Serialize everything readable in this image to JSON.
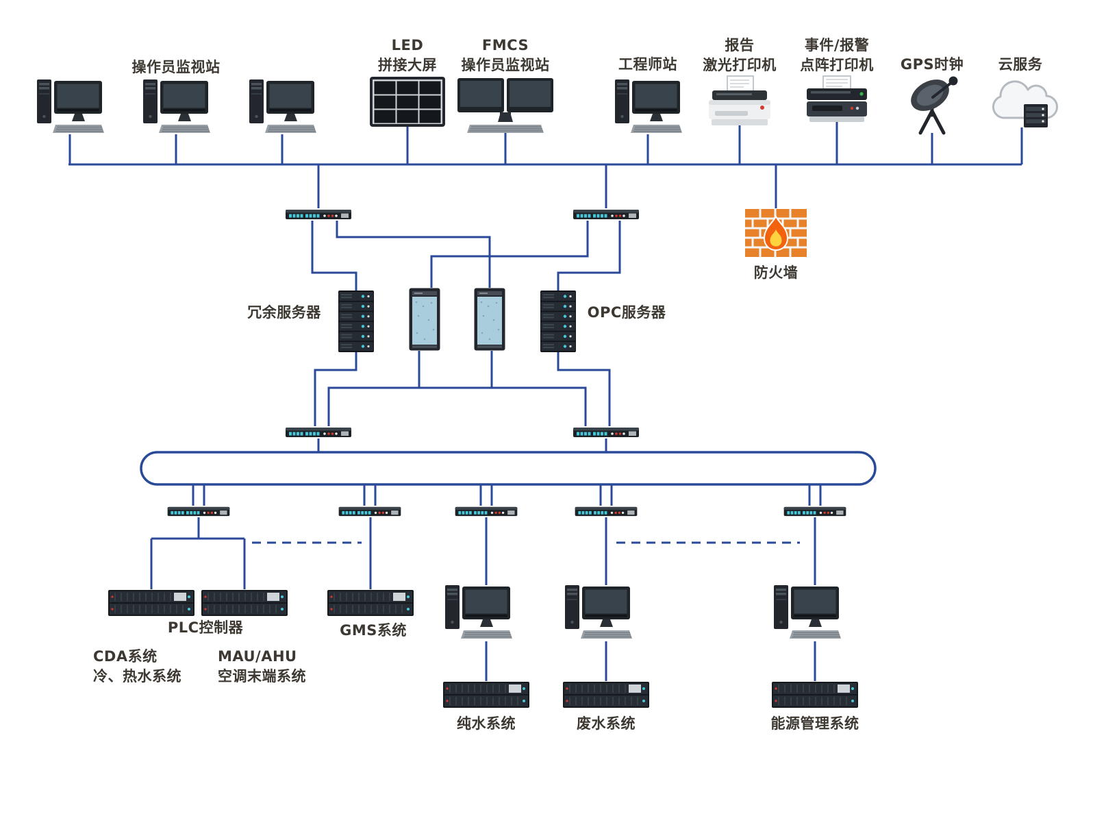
{
  "labels": {
    "operator_station": "操作员监视站",
    "led_wall": "LED\n拼接大屏",
    "fmcs_station": "FMCS\n操作员监视站",
    "engineer_station": "工程师站",
    "laser_printer": "报告\n激光打印机",
    "dotmatrix_printer": "事件/报警\n点阵打印机",
    "gps_clock": "GPS时钟",
    "cloud_service": "云服务",
    "firewall": "防火墙",
    "redundant_server": "冗余服务器",
    "opc_server": "OPC服务器",
    "plc_controller": "PLC控制器",
    "gms_system": "GMS系统",
    "cda_system": "CDA系统\n冷、热水系统",
    "mau_ahu": "MAU/AHU\n空调末端系统",
    "pure_water": "纯水系统",
    "waste_water": "废水系统",
    "energy_mgmt": "能源管理系统"
  },
  "colors": {
    "line": "#2a4a99",
    "label_text": "#3d3831",
    "firewall_brick": "#e8822a",
    "flame_outer": "#f2620f",
    "flame_inner": "#ffd23f",
    "switch_port": "#46c8da",
    "device_dark": "#23272d",
    "background": "#ffffff"
  },
  "icons": {
    "workstation": "desktop-computer",
    "dual_workstation": "dual-monitor-computer",
    "led_wall": "video-wall-grid",
    "laser_printer": "laser-printer",
    "dotmatrix_printer": "dot-matrix-printer",
    "gps_clock": "satellite-dish",
    "cloud_service": "cloud-server",
    "switch": "ethernet-switch",
    "server_stack": "rack-server-stack",
    "tower_server": "tower-server",
    "firewall": "brick-wall-with-flame",
    "plc_rack": "plc-controller-rack",
    "ring": "ring-network-bus"
  }
}
